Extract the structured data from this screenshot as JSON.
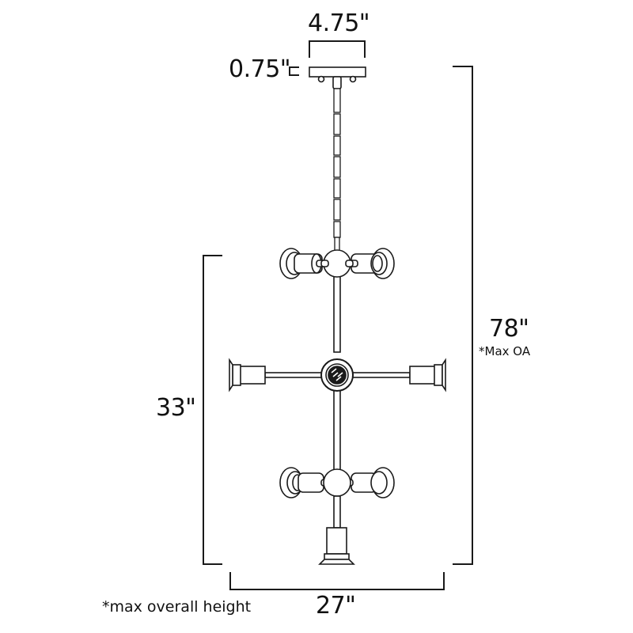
{
  "diagram": {
    "type": "dimension-drawing",
    "subject": "multi-light pendant chandelier",
    "colors": {
      "line": "#1a1a1a",
      "background": "#ffffff"
    },
    "dimensions": {
      "canopy_width": "4.75\"",
      "canopy_height": "0.75\"",
      "overall_height": "78\"",
      "overall_height_note": "*Max OA",
      "fixture_height": "33\"",
      "fixture_width": "27\""
    },
    "footnote": "*max overall height",
    "parts": [
      "canopy",
      "chain",
      "upper-socket-cluster",
      "middle-cross-arms",
      "center-hub",
      "lower-socket-cluster",
      "bottom-socket"
    ]
  }
}
